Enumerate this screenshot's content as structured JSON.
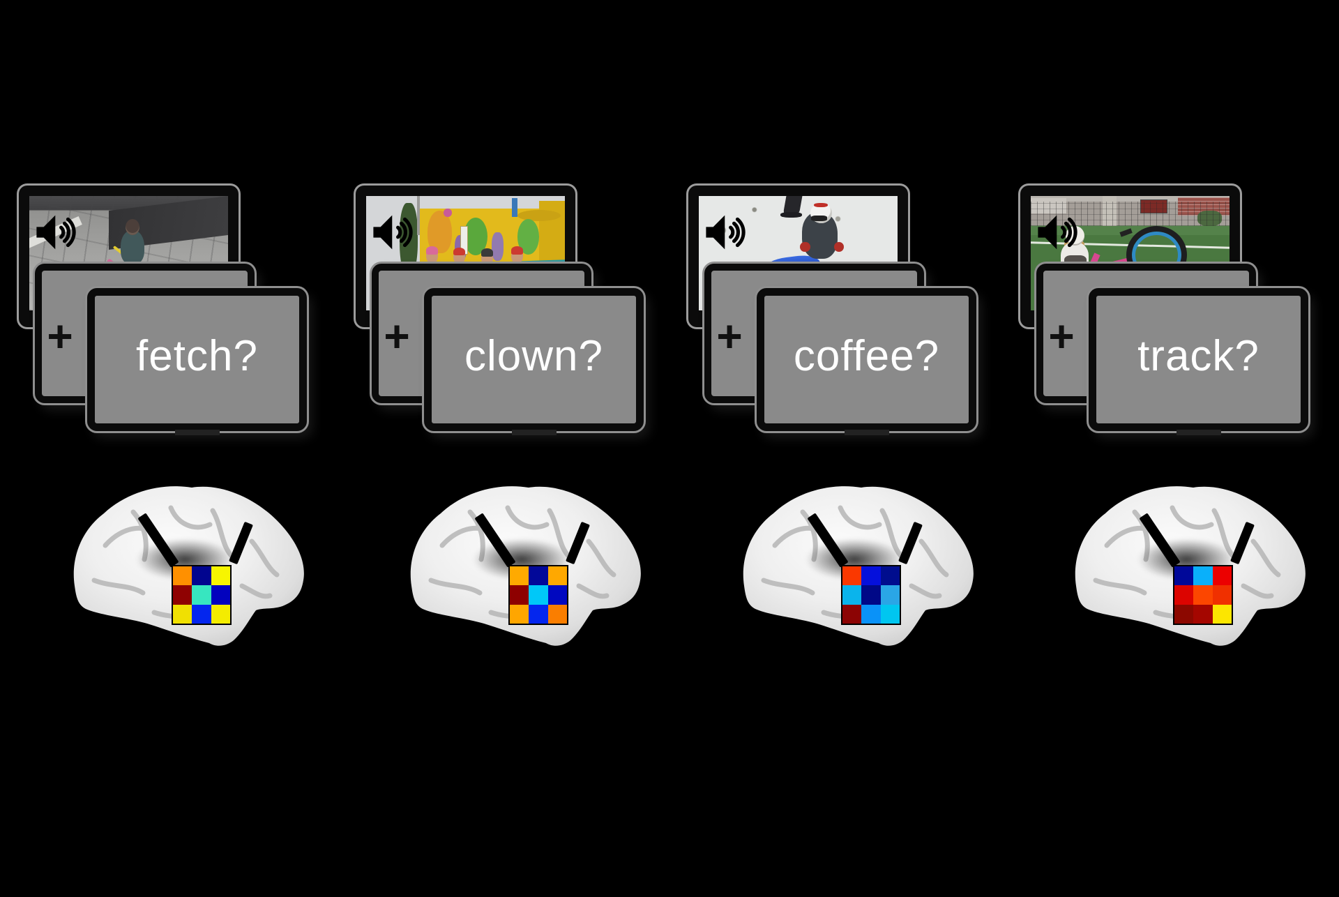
{
  "background": "#000000",
  "screen_gray": "#8a8a8a",
  "probe_text_color": "#ffffff",
  "trials": [
    {
      "probe_word": "fetch?",
      "fixation": "+",
      "video_scene": "toddler sweeping a paved walkway",
      "heatmap": [
        [
          "#ff9000",
          "#01058f",
          "#f7f500"
        ],
        [
          "#8f0202",
          "#37e6c0",
          "#0202be"
        ],
        [
          "#f0e002",
          "#0426ee",
          "#f4ec00"
        ]
      ]
    },
    {
      "probe_word": "clown?",
      "fixation": "+",
      "video_scene": "children on amusement ride with cartoon frogs",
      "heatmap": [
        [
          "#ffaa00",
          "#020899",
          "#ffa800"
        ],
        [
          "#8e0000",
          "#00c8f8",
          "#0008c0"
        ],
        [
          "#ffa600",
          "#0426ee",
          "#fa7e00"
        ]
      ]
    },
    {
      "probe_word": "coffee?",
      "fixation": "+",
      "video_scene": "child sledding in snow",
      "heatmap": [
        [
          "#fa3800",
          "#0510dc",
          "#000d8e"
        ],
        [
          "#0ab4ec",
          "#000887",
          "#2aa6e6"
        ],
        [
          "#8c0404",
          "#0a92f8",
          "#00c6f0"
        ]
      ]
    },
    {
      "probe_word": "track?",
      "fixation": "+",
      "video_scene": "child with bicycles on a sports field",
      "heatmap": [
        [
          "#000899",
          "#0ab0fa",
          "#ec0000"
        ],
        [
          "#dc0400",
          "#fc4600",
          "#f03000"
        ],
        [
          "#8c0800",
          "#a40600",
          "#fce600"
        ]
      ]
    }
  ]
}
